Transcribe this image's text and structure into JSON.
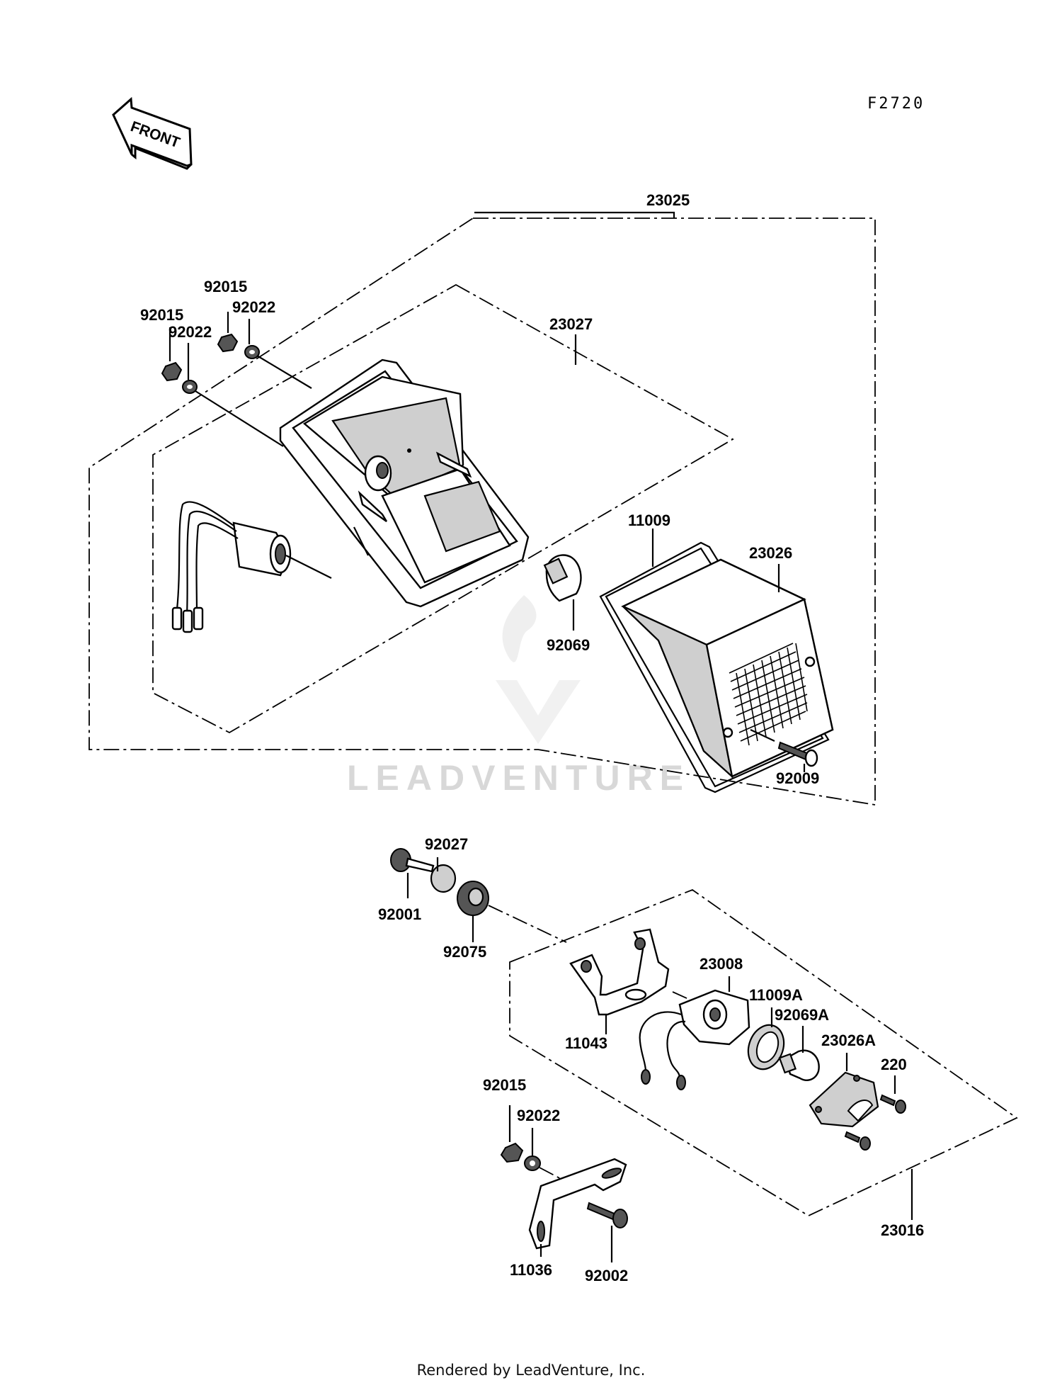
{
  "diagram": {
    "code": "F2720",
    "front_arrow_label": "FRONT",
    "watermark": "LEADVENTURE",
    "labels": {
      "p23025": "23025",
      "p92015_a": "92015",
      "p92022_a": "92022",
      "p92015_b": "92015",
      "p92022_b": "92022",
      "p23027": "23027",
      "p11009": "11009",
      "p23026": "23026",
      "p92069": "92069",
      "p92009": "92009",
      "p92027": "92027",
      "p92001": "92001",
      "p92075": "92075",
      "p23008": "23008",
      "p11009A": "11009A",
      "p92069A": "92069A",
      "p23026A": "23026A",
      "p220": "220",
      "p11043": "11043",
      "p92015_c": "92015",
      "p92022_c": "92022",
      "p11036": "11036",
      "p92002": "92002",
      "p23016": "23016"
    }
  },
  "footer": {
    "text": "Rendered by LeadVenture, Inc."
  }
}
